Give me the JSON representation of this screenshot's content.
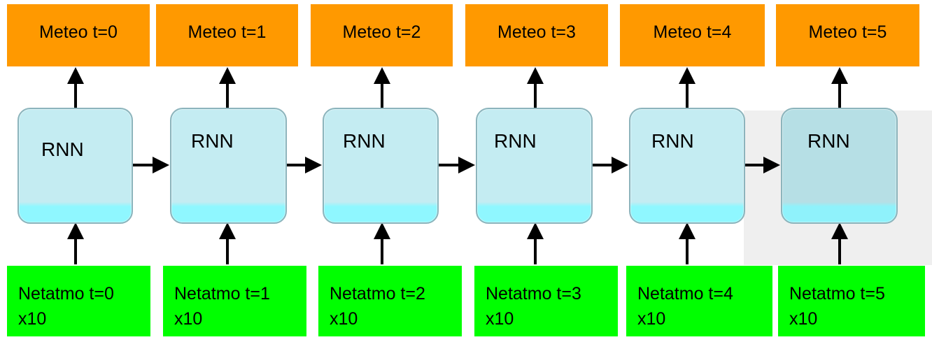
{
  "diagram": {
    "cells": [
      {
        "output": "Meteo t=0",
        "rnn": "RNN",
        "input_line1": "Netatmo t=0",
        "input_line2": "x10"
      },
      {
        "output": "Meteo t=1",
        "rnn": "RNN",
        "input_line1": "Netatmo t=1",
        "input_line2": "x10"
      },
      {
        "output": "Meteo t=2",
        "rnn": "RNN",
        "input_line1": "Netatmo t=2",
        "input_line2": "x10"
      },
      {
        "output": "Meteo t=3",
        "rnn": "RNN",
        "input_line1": "Netatmo t=3",
        "input_line2": "x10"
      },
      {
        "output": "Meteo t=4",
        "rnn": "RNN",
        "input_line1": "Netatmo t=4",
        "input_line2": "x10"
      },
      {
        "output": "Meteo t=5",
        "rnn": "RNN",
        "input_line1": "Netatmo t=5",
        "input_line2": "x10"
      }
    ],
    "colors": {
      "output_box": "#ff9900",
      "input_box": "#00ff00",
      "rnn_box": "#c4ecf2",
      "arrow": "#000000"
    }
  }
}
